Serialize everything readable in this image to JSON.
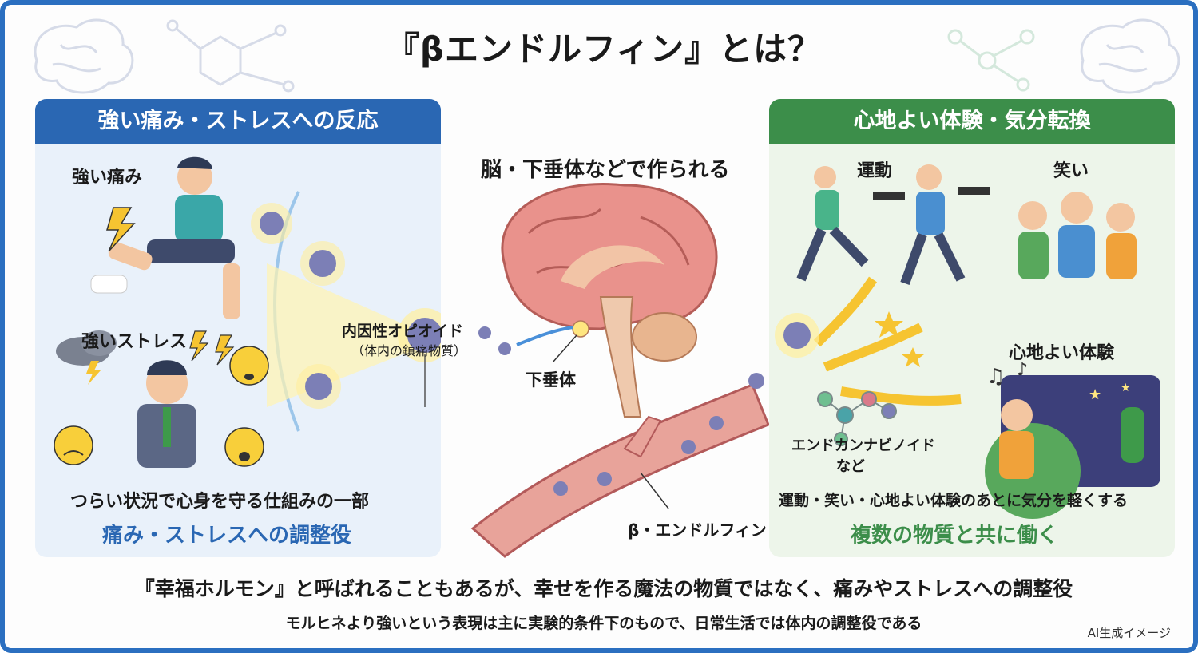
{
  "title": "『βエンドルフィン』とは？",
  "left_panel": {
    "header": "強い痛み・ストレスへの反応",
    "pain_label": "強い痛み",
    "stress_label": "強いストレス",
    "opioid_label": "内因性オピオイド",
    "opioid_sub": "（体内の鎮痛物質）",
    "summary": "つらい状況で心身を守る仕組みの一部",
    "role": "痛み・ストレスへの調整役"
  },
  "center": {
    "heading": "脳・下垂体などで作られる",
    "pituitary_label": "下垂体",
    "endorphin_label": "β・エンドルフィン"
  },
  "right_panel": {
    "header": "心地よい体験・気分転換",
    "exercise_label": "運動",
    "laugh_label": "笑い",
    "pleasant_label": "心地よい体験",
    "cannabinoid_label": "エンドカンナビノイド",
    "cannabinoid_sub": "など",
    "summary": "運動・笑い・心地よい体験のあとに気分を軽くする",
    "role": "複数の物質と共に働く"
  },
  "footer": {
    "main": "『幸福ホルモン』と呼ばれることもあるが、幸せを作る魔法の物質ではなく、痛みやストレスへの調整役",
    "sub": "モルヒネより強いという表現は主に実験的条件下のもので、日常生活では体内の調整役である",
    "note": "AI生成イメージ"
  },
  "colors": {
    "frame": "#2b6fc0",
    "left_header": "#2a67b3",
    "right_header": "#3c8e4a",
    "left_role": "#2a67b3",
    "right_role": "#3c8e4a",
    "brain": "#e9928c",
    "vessel": "#e8a39a",
    "molecule": "#7c7fb6",
    "glow": "#ffe680"
  },
  "icons": [
    "brain-outline-icon",
    "molecule-icon",
    "endorphin-particle-icon",
    "lightning-icon",
    "storm-cloud-icon",
    "sad-face-icon",
    "star-icon",
    "music-note-icon",
    "arrow-icon"
  ]
}
